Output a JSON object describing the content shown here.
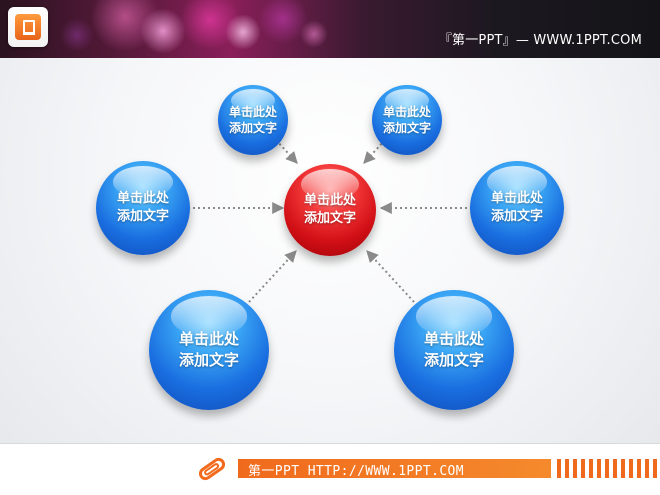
{
  "header": {
    "site_title": "『第一PPT』— WWW.1PPT.COM",
    "logo_icon": "powerpoint-icon"
  },
  "diagram": {
    "center": {
      "label": "单击此处\n添加文字",
      "color": "#d9141b"
    },
    "satellites": [
      {
        "id": "top-left",
        "label": "单击此处\n添加文字"
      },
      {
        "id": "top-right",
        "label": "单击此处\n添加文字"
      },
      {
        "id": "mid-left",
        "label": "单击此处\n添加文字"
      },
      {
        "id": "mid-right",
        "label": "单击此处\n添加文字"
      },
      {
        "id": "bottom-left",
        "label": "单击此处\n添加文字"
      },
      {
        "id": "bottom-right",
        "label": "单击此处\n添加文字"
      }
    ],
    "satellite_color": "#1f78e6",
    "arrow_color": "#8a8a8a",
    "arrow_style": "dotted"
  },
  "footer": {
    "text": "第一PPT HTTP://WWW.1PPT.COM",
    "clip_icon": "paperclip-icon",
    "accent": "#f26b1d"
  }
}
